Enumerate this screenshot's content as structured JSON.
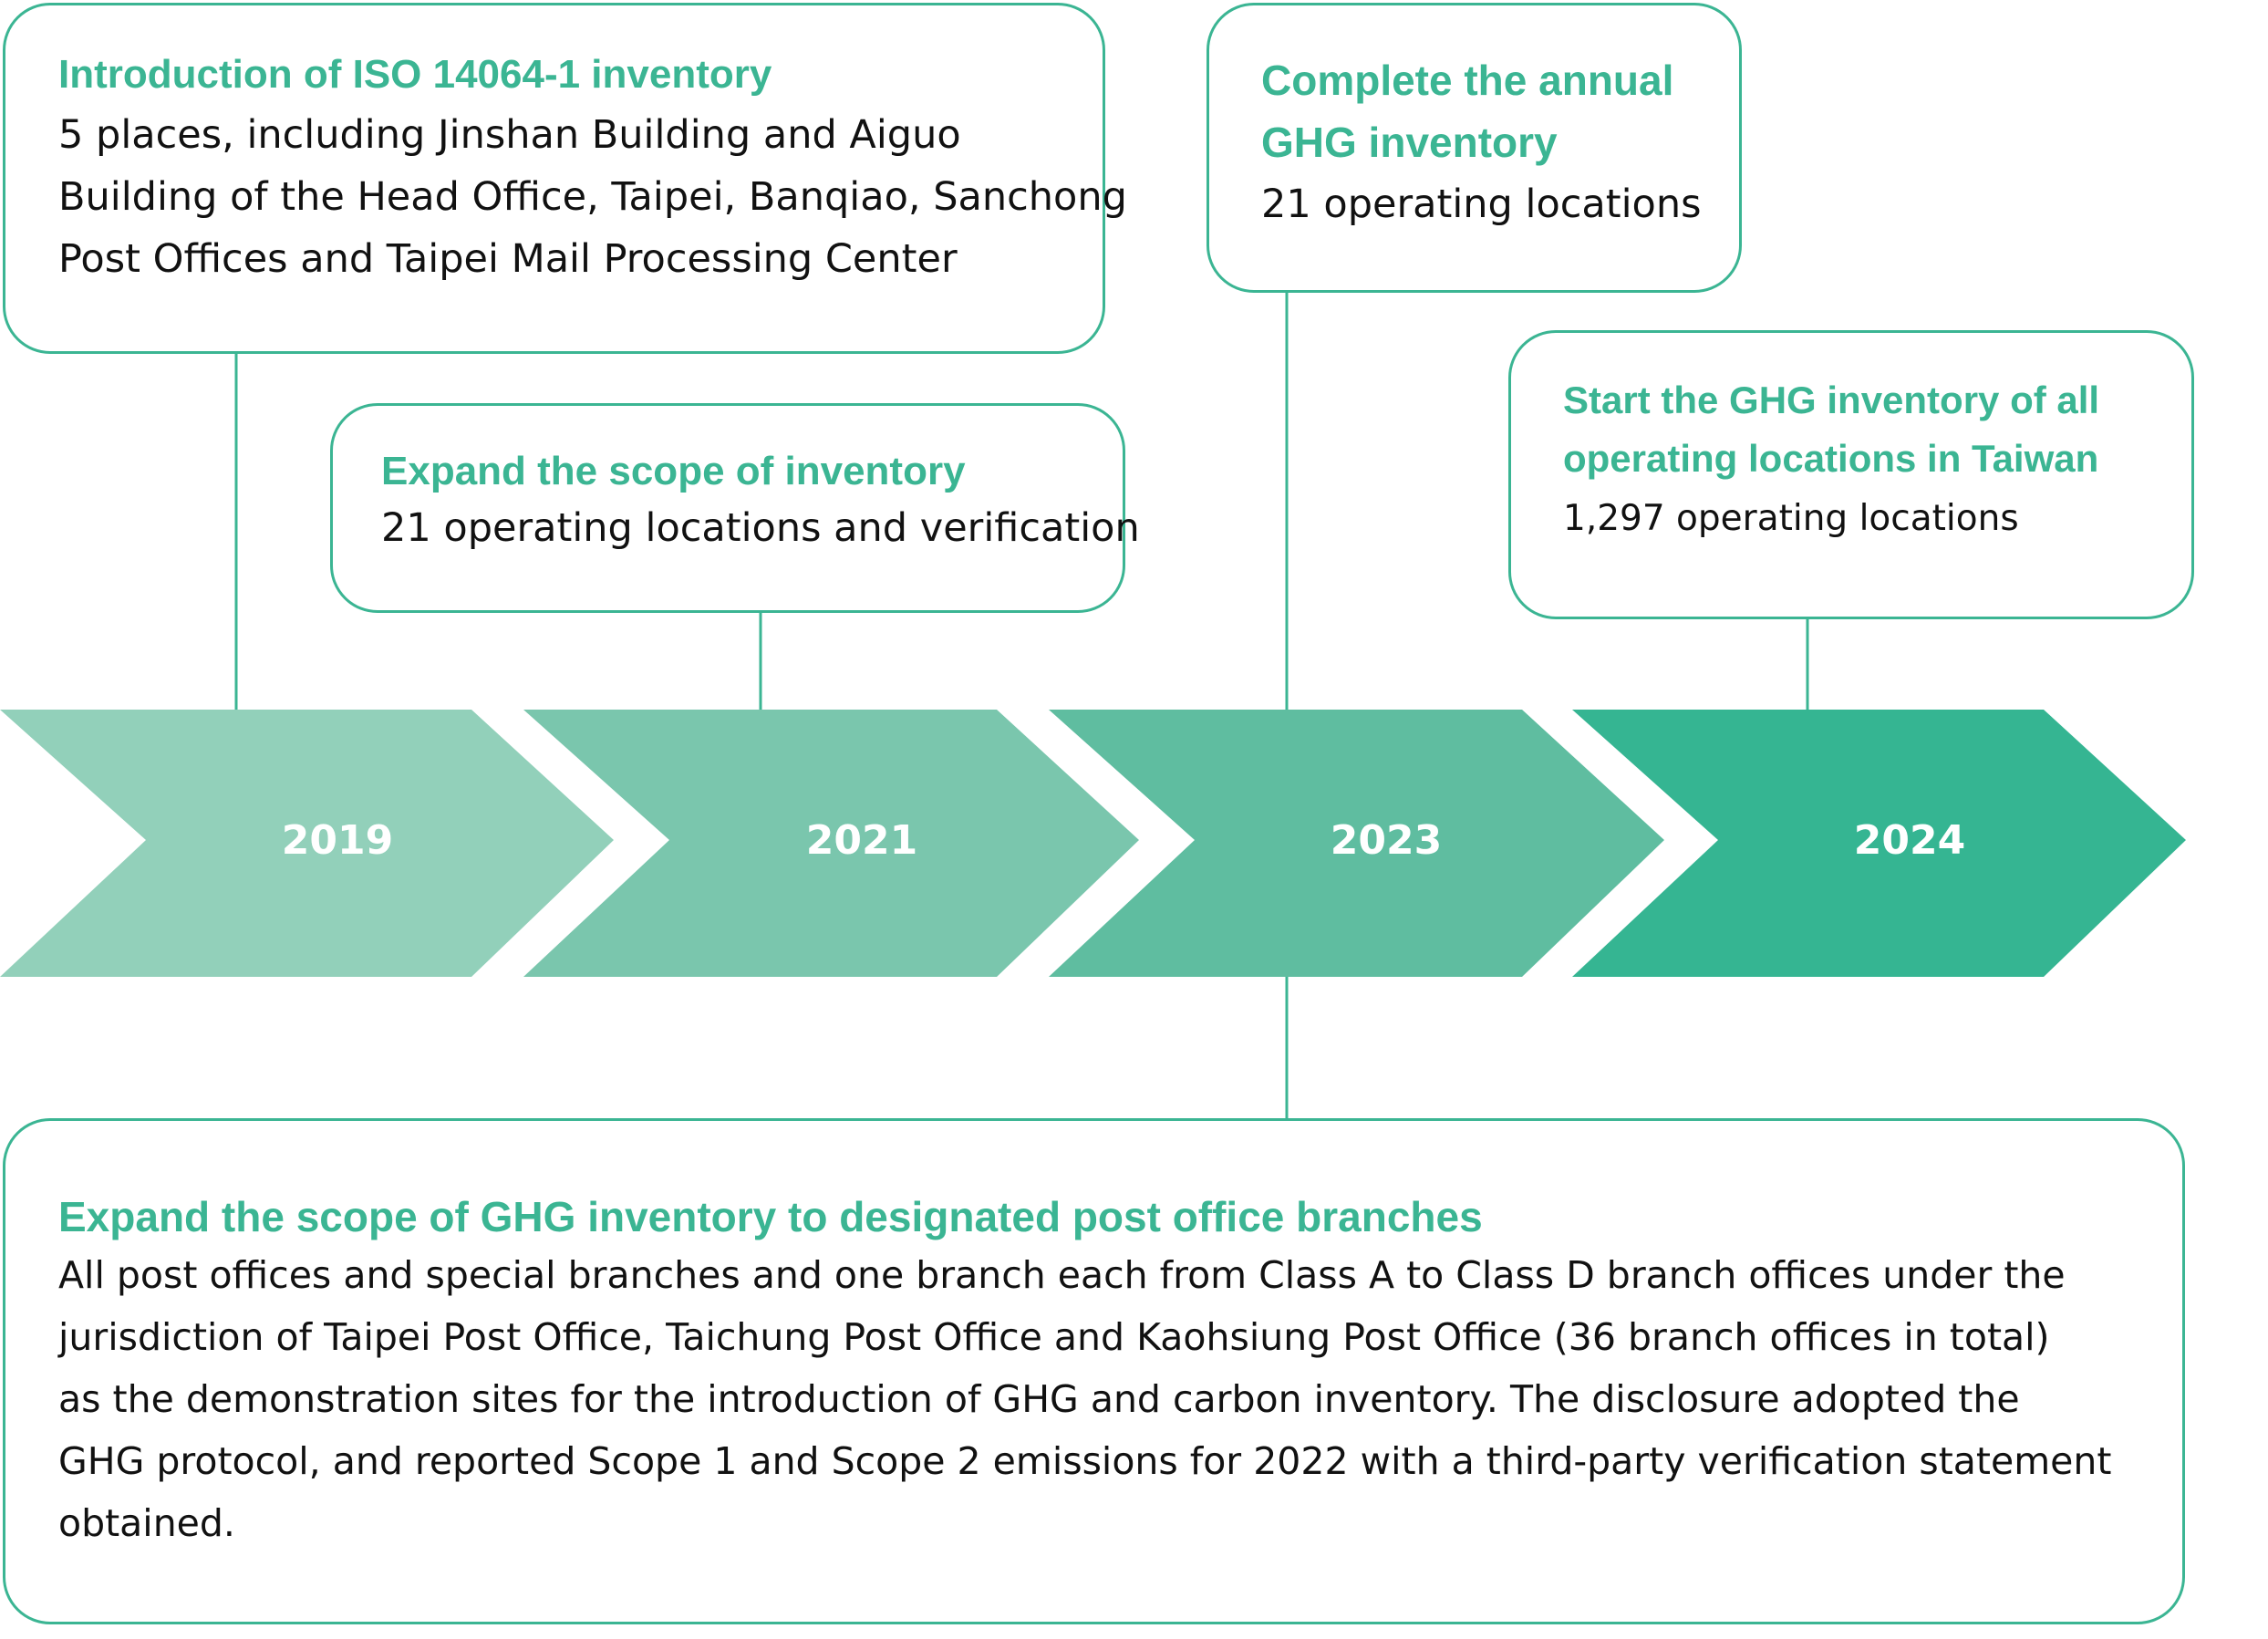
{
  "colors": {
    "accent": "#3bb593",
    "arrow_1": "#92d0ba",
    "arrow_2": "#7ac6ad",
    "arrow_3": "#5fbda0",
    "arrow_4": "#35b592",
    "text": "#111111"
  },
  "timeline": {
    "years": [
      "2019",
      "2021",
      "2023",
      "2024"
    ]
  },
  "milestones": [
    {
      "title": "Introduction of ISO 14064-1 inventory",
      "lines": [
        "5 places, including Jinshan Building and Aiguo",
        "Building of the Head Office, Taipei, Banqiao, Sanchong",
        "Post Offices and Taipei Mail Processing Center"
      ]
    },
    {
      "title": "Expand the scope of inventory",
      "lines": [
        "21 operating locations and verification"
      ]
    },
    {
      "title_lines": [
        "Complete the annual",
        "GHG inventory"
      ],
      "lines": [
        "21 operating locations"
      ]
    },
    {
      "title_lines": [
        "Start the GHG inventory of all",
        "operating locations in Taiwan"
      ],
      "lines": [
        "1,297 operating locations"
      ]
    },
    {
      "title": "Expand the scope of GHG inventory to designated post office branches",
      "lines": [
        "All post offices and special branches and one branch each from Class A to Class D branch offices under the",
        "jurisdiction of Taipei Post Office, Taichung Post Office and Kaohsiung Post Office (36 branch offices in total)",
        "as the demonstration sites for the introduction of GHG and carbon inventory. The disclosure adopted the",
        "GHG protocol, and reported Scope 1 and Scope 2 emissions for 2022 with a third-party verification statement",
        "obtained."
      ]
    }
  ]
}
